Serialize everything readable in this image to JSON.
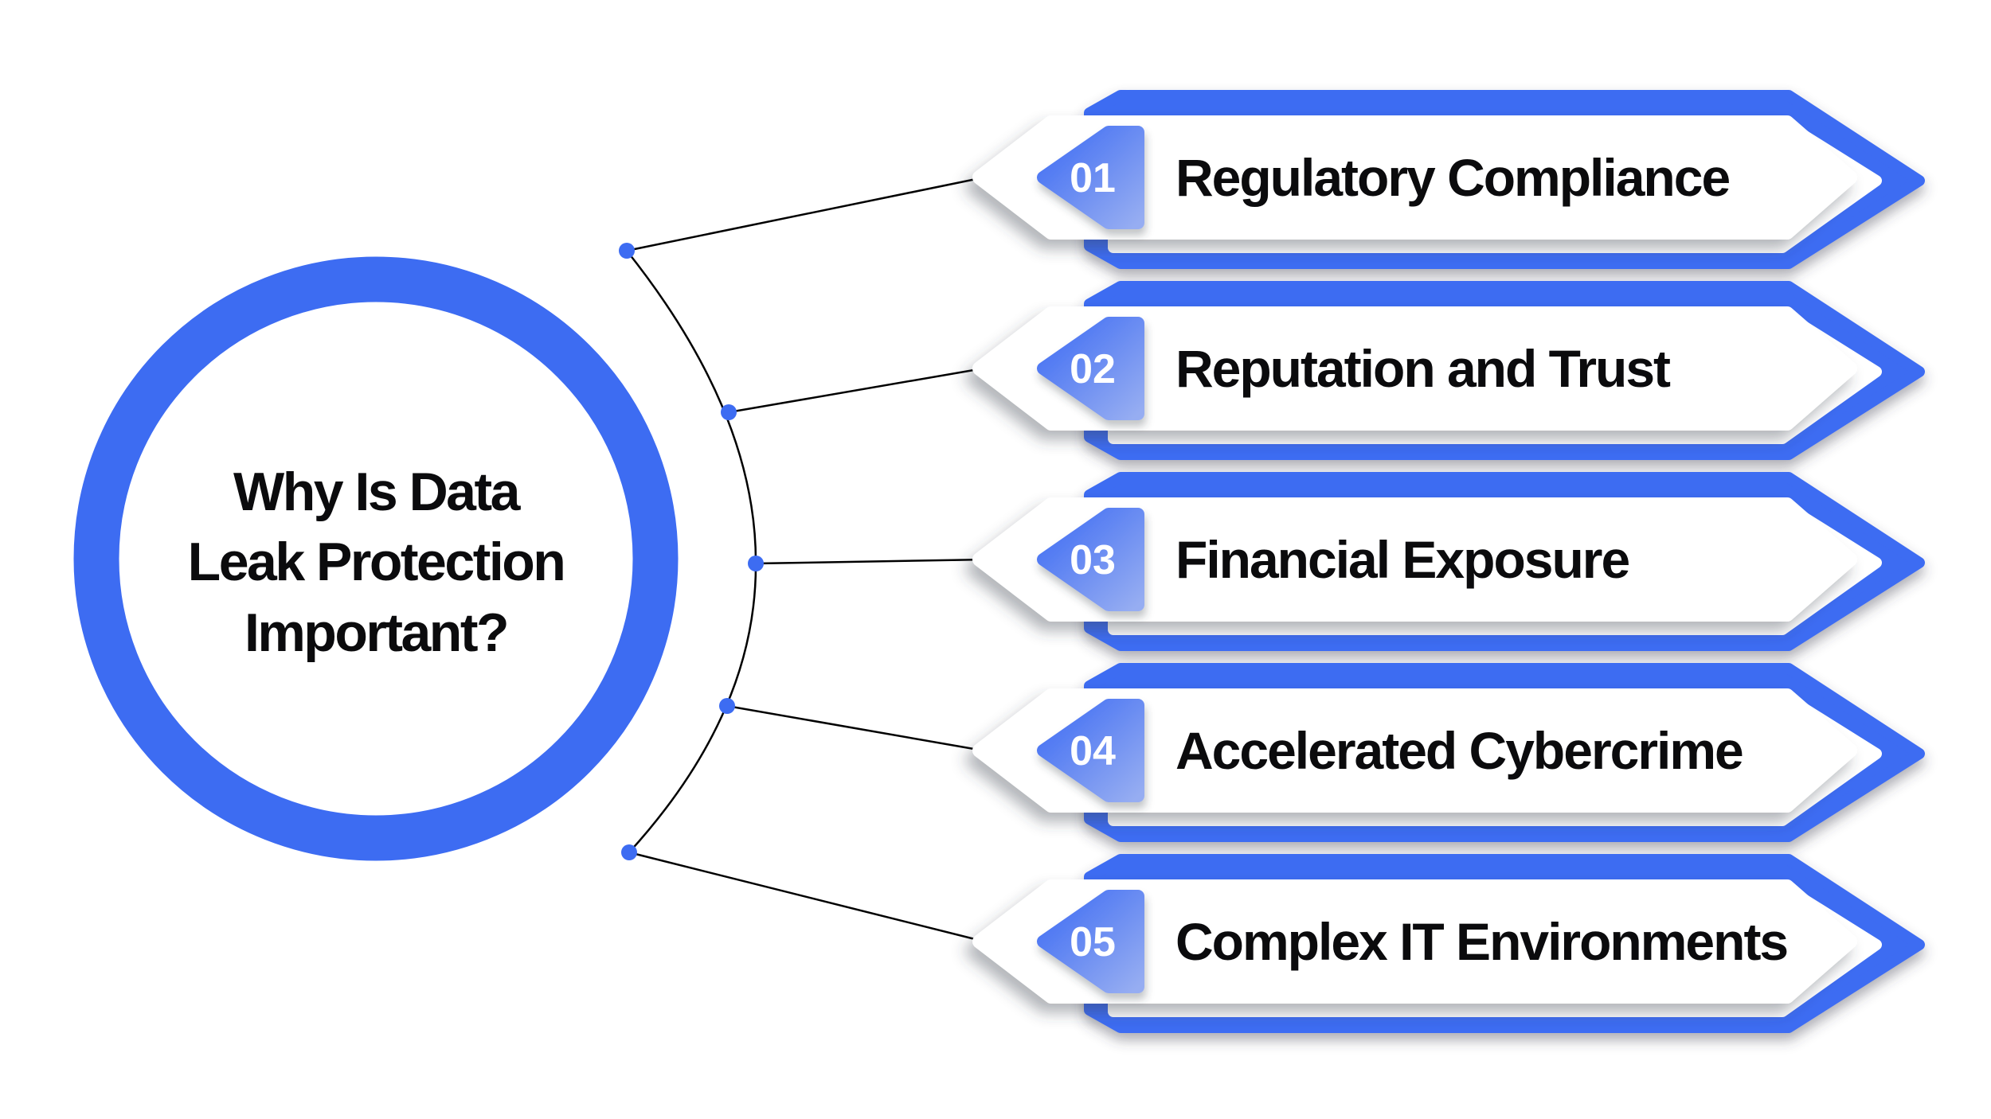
{
  "title": {
    "lines": [
      "Why Is Data",
      "Leak Protection",
      "Important?"
    ]
  },
  "items": [
    {
      "number": "01",
      "label": "Regulatory Compliance"
    },
    {
      "number": "02",
      "label": "Reputation and Trust"
    },
    {
      "number": "03",
      "label": "Financial Exposure"
    },
    {
      "number": "04",
      "label": "Accelerated Cybercrime"
    },
    {
      "number": "05",
      "label": "Complex IT Environments"
    }
  ],
  "colors": {
    "accent": "#3D6CF2",
    "badge_gradient_start": "#3E6CF3",
    "badge_gradient_end": "#96ADF2",
    "label_text": "#0B0B0D",
    "number_text": "#FFFFFF",
    "connector": "#000000",
    "background": "#FFFFFF"
  }
}
